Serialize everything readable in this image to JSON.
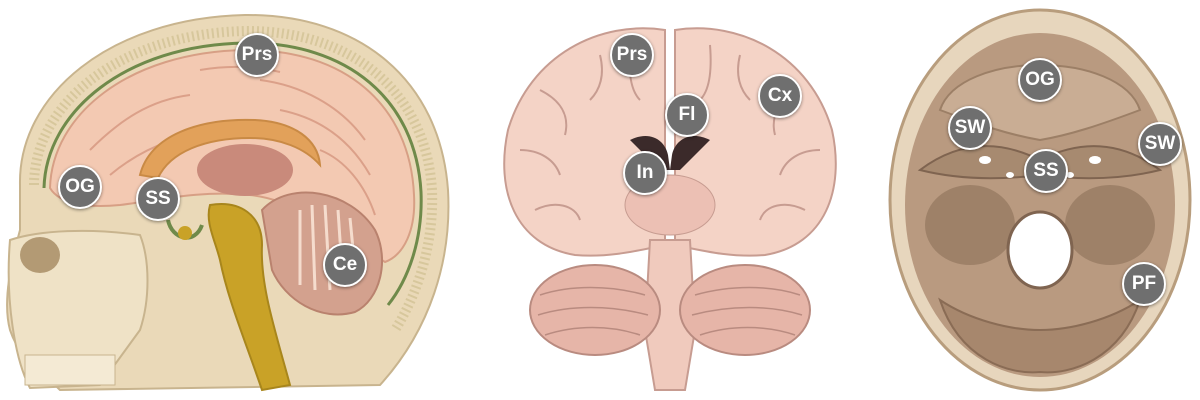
{
  "colors": {
    "label_fill": "#6f6f6f",
    "label_text": "#ffffff",
    "brain_tissue": "#f2c7b3",
    "skull_bone": "#e8dcc0",
    "cranial_base": "#b99a80",
    "brainstem": "#c9a227"
  },
  "panels": {
    "sagittal": {
      "labels": {
        "prs": "Prs",
        "og": "OG",
        "ss": "SS",
        "ce": "Ce"
      }
    },
    "coronal": {
      "labels": {
        "prs": "Prs",
        "cx": "Cx",
        "fl": "Fl",
        "in": "In"
      }
    },
    "axial": {
      "labels": {
        "og": "OG",
        "sw_left": "SW",
        "sw_right": "SW",
        "ss": "SS",
        "pf": "PF"
      }
    }
  }
}
